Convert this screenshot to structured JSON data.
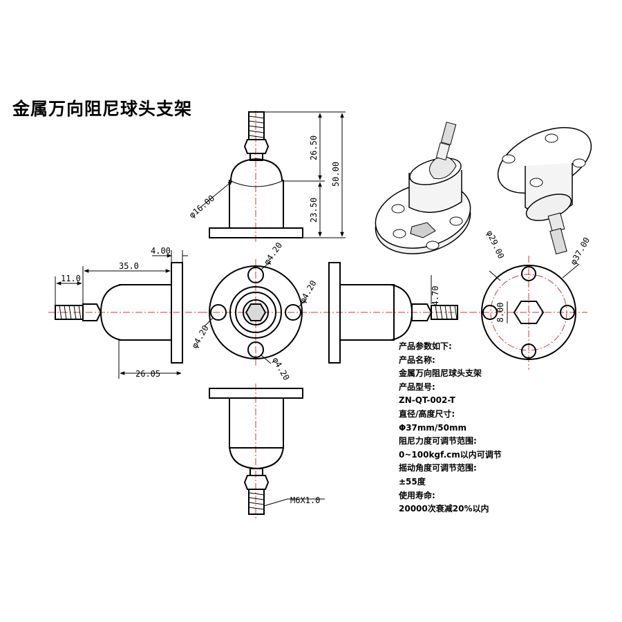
{
  "title": "金属万向阻尼球头支架",
  "dimensions": {
    "d_16": "φ16.00",
    "h_26_50": "26.50",
    "h_23_50": "23.50",
    "h_50_00": "50.00",
    "w_4_00": "4.00",
    "w_35_0": "35.0",
    "w_11_0": "11.0",
    "w_26_05": "26.05",
    "hole_a": "φ4.20",
    "hole_b": "φ4.20",
    "hole_c": "φ4.20",
    "hole_d": "φ4.20",
    "w_4_70": "4.70",
    "d_29": "φ29.00",
    "d_37": "φ37.00",
    "hex_8": "8.00",
    "thread": "M6X1.0"
  },
  "specs": [
    "产品参数如下:",
    "产品名称:",
    "金属万向阻尼球头支架",
    "产品型号:",
    "ZN-QT-002-T",
    "直径/高度尺寸:",
    "Φ37mm/50mm",
    "阻尼力度可调节范围:",
    "0~100kgf.cm以内可调节",
    "摇动角度可调节范围:",
    "±55度",
    "使用寿命:",
    "20000次衰减20%以内"
  ]
}
